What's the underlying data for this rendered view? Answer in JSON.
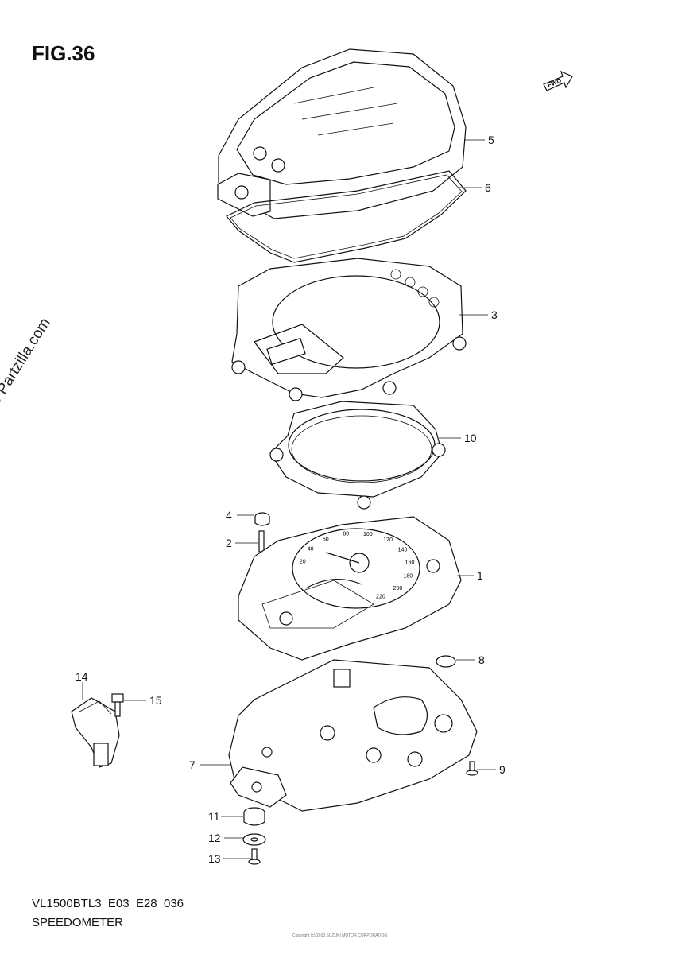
{
  "figure": {
    "title": "FIG.36",
    "code": "VL1500BTL3_E03_E28_036",
    "name": "SPEEDOMETER",
    "watermark": "© Partzilla.com",
    "fwd_label": "FWD",
    "footer_note": "Copyright (c) 2013 SUZUKI MOTOR CORPORATION"
  },
  "callouts": [
    {
      "id": "5",
      "label": "5"
    },
    {
      "id": "6",
      "label": "6"
    },
    {
      "id": "3",
      "label": "3"
    },
    {
      "id": "10",
      "label": "10"
    },
    {
      "id": "4",
      "label": "4"
    },
    {
      "id": "2",
      "label": "2"
    },
    {
      "id": "1",
      "label": "1"
    },
    {
      "id": "8",
      "label": "8"
    },
    {
      "id": "14",
      "label": "14"
    },
    {
      "id": "15",
      "label": "15"
    },
    {
      "id": "7",
      "label": "7"
    },
    {
      "id": "9",
      "label": "9"
    },
    {
      "id": "11",
      "label": "11"
    },
    {
      "id": "12",
      "label": "12"
    },
    {
      "id": "13",
      "label": "13"
    }
  ],
  "gauge_ticks": [
    "20",
    "40",
    "60",
    "80",
    "100",
    "120",
    "140",
    "160",
    "180",
    "200",
    "220"
  ]
}
